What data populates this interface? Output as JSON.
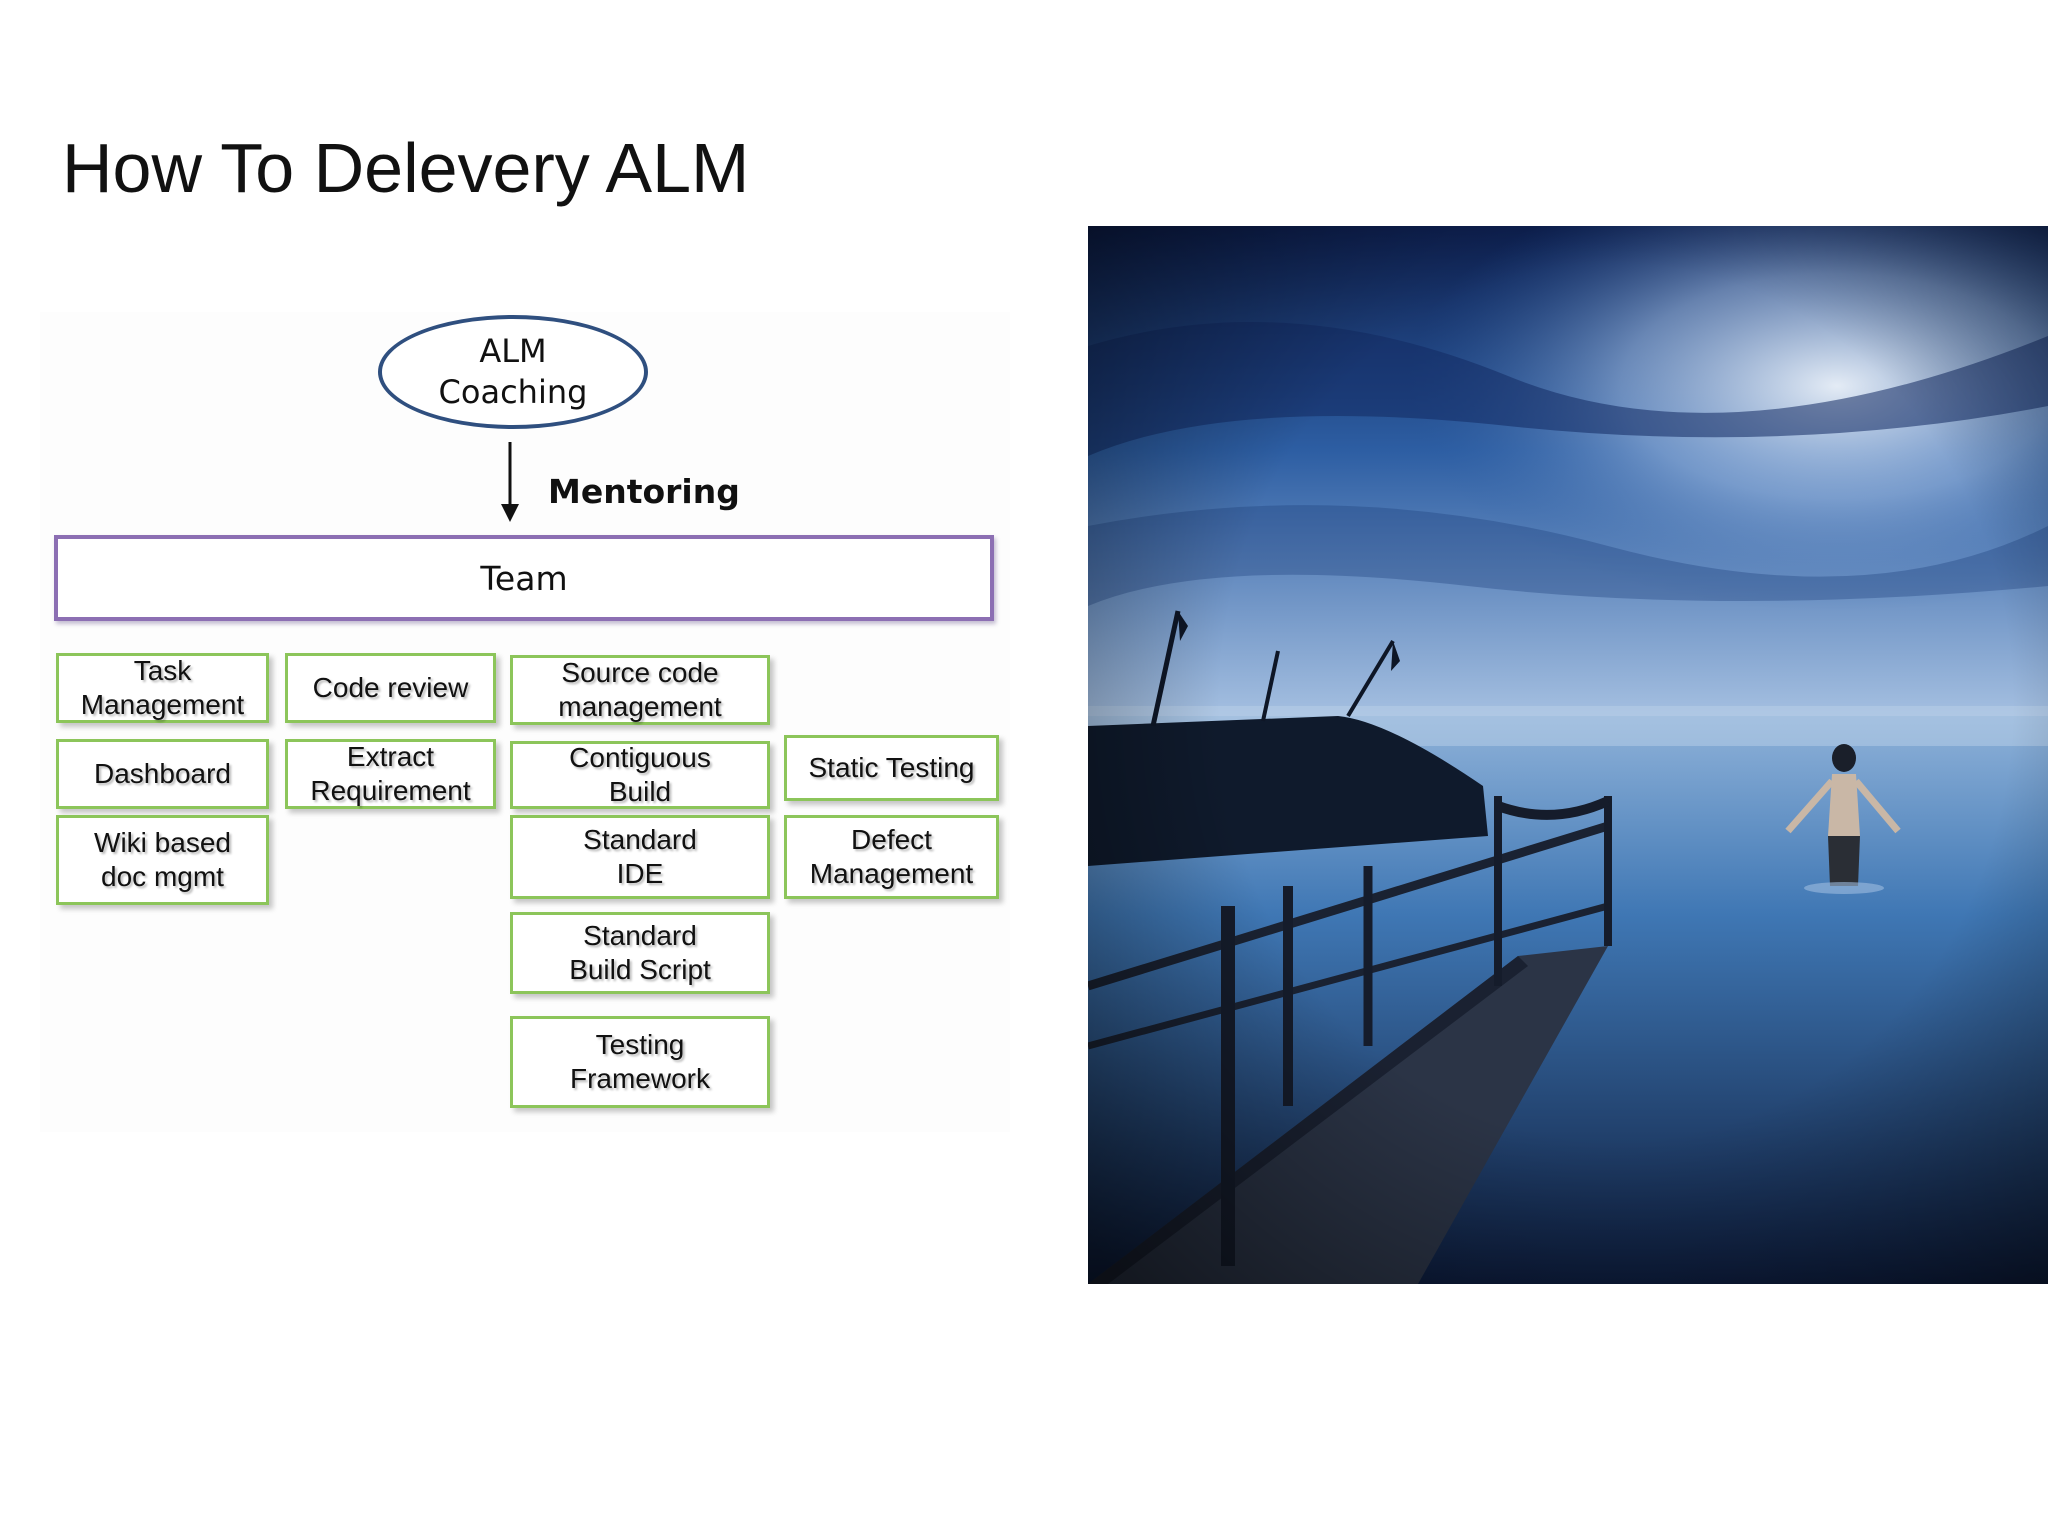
{
  "slide": {
    "title": "How To Delevery ALM"
  },
  "diagram": {
    "coach": "ALM\nCoaching",
    "relation": "Mentoring",
    "team": "Team",
    "capabilities": {
      "task_management": "Task\nManagement",
      "code_review": "Code review",
      "source_code_management": "Source code\nmanagement",
      "dashboard": "Dashboard",
      "extract_requirement": "Extract\nRequirement",
      "contiguous_build": "Contiguous\nBuild",
      "static_testing": "Static Testing",
      "wiki_doc_mgmt": "Wiki based\ndoc mgmt",
      "standard_ide": "Standard\nIDE",
      "defect_management": "Defect\nManagement",
      "standard_build_script": "Standard\nBuild Script",
      "testing_framework": "Testing\nFramework"
    }
  },
  "colors": {
    "oval_border": "#2f4f7f",
    "team_border": "#8c6fb3",
    "capability_border": "#8cc55a"
  }
}
